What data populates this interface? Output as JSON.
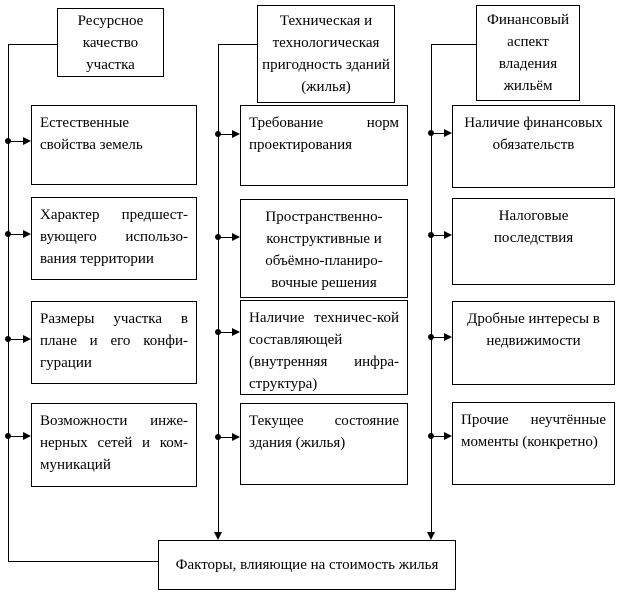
{
  "columns": [
    {
      "header": "Ресурсное качество участка",
      "items": [
        "Естественные свойства земель",
        "Характер предшест-вующего использо-вания территории",
        "Размеры участка в плане и его конфи-гурации",
        "Возможности инже-нерных сетей и ком-муникаций"
      ]
    },
    {
      "header": "Техническая и технологическая пригодность зданий (жилья)",
      "items": [
        "Требование норм проектирования",
        "Пространственно-конструктивные и объёмно-планиро-вочные решения",
        "Наличие техничес-кой составляющей (внутренняя инфра-структура)",
        "Текущее состояние здания (жилья)"
      ]
    },
    {
      "header": "Финансовый аспект владения жильём",
      "items": [
        "Наличие финансовых обязательств",
        "Налоговые последствия",
        "Дробные интересы в недвижимости",
        "Прочие неучтённые моменты (конкретно)"
      ]
    }
  ],
  "result": "Факторы, влияющие на стоимость жилья"
}
